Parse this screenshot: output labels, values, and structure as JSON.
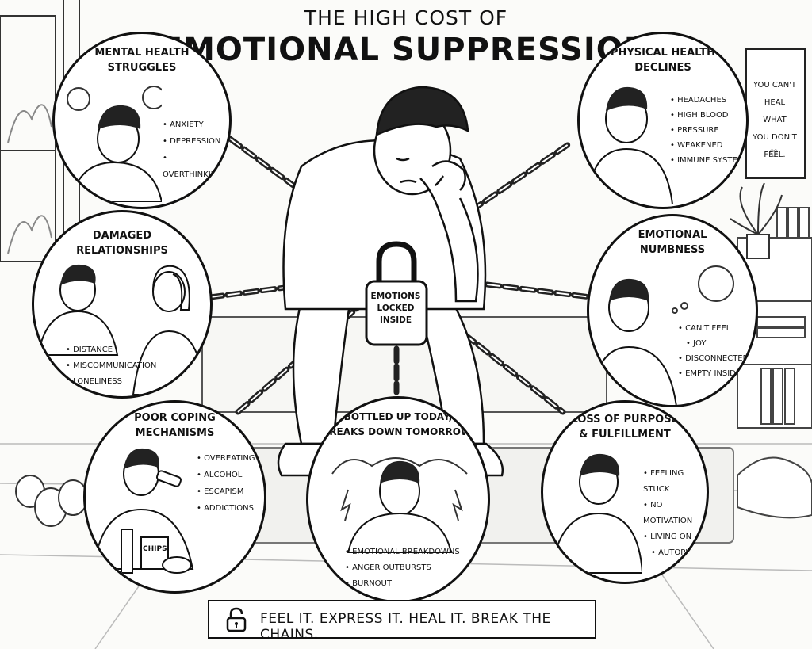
{
  "title": {
    "line1": "THE HIGH COST OF",
    "line2": "EMOTIONAL SUPPRESSION"
  },
  "center": {
    "lock_label_line1": "EMOTIONS",
    "lock_label_line2": "LOCKED",
    "lock_label_line3": "INSIDE"
  },
  "poster": {
    "line1": "YOU CAN'T",
    "line2": "HEAL WHAT",
    "line3": "YOU DON'T",
    "line4": "FEEL.",
    "heart_icon": "heart-icon"
  },
  "bubbles": {
    "mental": {
      "title1": "MENTAL HEALTH",
      "title2": "STRUGGLES",
      "items": [
        "ANXIETY",
        "DEPRESSION",
        "OVERTHINKING"
      ]
    },
    "physical": {
      "title1": "PHYSICAL HEALTH",
      "title2": "DECLINES",
      "items": [
        "HEADACHES",
        "HIGH BLOOD",
        "PRESSURE",
        "WEAKENED",
        "IMMUNE SYSTEM"
      ]
    },
    "relationships": {
      "title1": "DAMAGED",
      "title2": "RELATIONSHIPS",
      "items": [
        "DISTANCE",
        "MISCOMMUNICATION",
        "LONELINESS"
      ]
    },
    "numbness": {
      "title1": "EMOTIONAL",
      "title2": "NUMBNESS",
      "items": [
        "CAN'T FEEL",
        "JOY",
        "DISCONNECTED",
        "EMPTY INSIDE"
      ]
    },
    "coping": {
      "title1": "POOR COPING",
      "title2": "MECHANISMS",
      "items": [
        "OVEREATING",
        "ALCOHOL",
        "ESCAPISM",
        "ADDICTIONS"
      ],
      "chips_label": "CHIPS"
    },
    "bottled": {
      "title1": "BOTTLED UP TODAY,",
      "title2": "BREAKS DOWN TOMORROW.",
      "items": [
        "EMOTIONAL BREAKDOWNS",
        "ANGER OUTBURSTS",
        "BURNOUT"
      ]
    },
    "purpose": {
      "title1": "LOSS OF PURPOSE",
      "title2": "& FULFILLMENT",
      "items": [
        "FEELING STUCK",
        "NO MOTIVATION",
        "LIVING ON",
        "AUTOPILOT"
      ]
    }
  },
  "banner": {
    "text": "FEEL IT. EXPRESS IT. HEAL IT. BREAK THE CHAINS.",
    "icon": "unlocked-padlock-icon"
  }
}
